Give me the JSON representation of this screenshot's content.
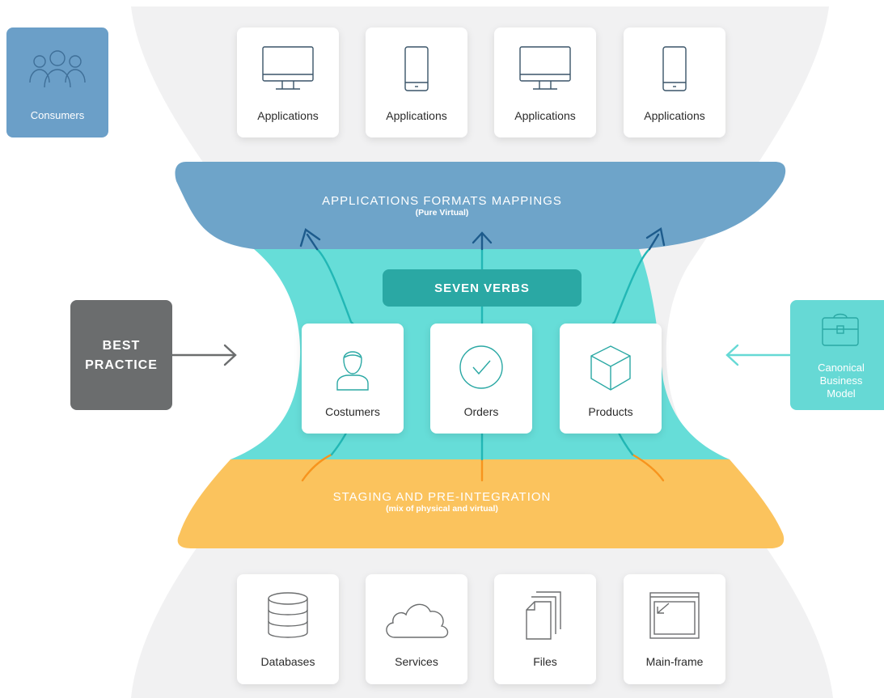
{
  "consumers": {
    "label": "Consumers",
    "icon": "users-icon"
  },
  "applications": [
    {
      "label": "Applications",
      "icon": "monitor-icon"
    },
    {
      "label": "Applications",
      "icon": "phone-icon"
    },
    {
      "label": "Applications",
      "icon": "monitor-icon"
    },
    {
      "label": "Applications",
      "icon": "phone-icon"
    }
  ],
  "top_band": {
    "title": "APPLICATIONS FORMATS MAPPINGS",
    "subtitle": "(Pure Virtual)"
  },
  "verbs": {
    "label": "SEVEN VERBS"
  },
  "entities": [
    {
      "label": "Costumers",
      "icon": "user-icon"
    },
    {
      "label": "Orders",
      "icon": "check-circle-icon"
    },
    {
      "label": "Products",
      "icon": "cube-icon"
    }
  ],
  "best_practice": {
    "line1": "BEST",
    "line2": "PRACTICE"
  },
  "canonical": {
    "line1": "Canonical",
    "line2": "Business",
    "line3": "Model",
    "icon": "briefcase-icon"
  },
  "bottom_band": {
    "title": "STAGING AND PRE-INTEGRATION",
    "subtitle": "(mix of physical and virtual)"
  },
  "sources": [
    {
      "label": "Databases",
      "icon": "database-icon"
    },
    {
      "label": "Services",
      "icon": "cloud-icon"
    },
    {
      "label": "Files",
      "icon": "files-icon"
    },
    {
      "label": "Main-frame",
      "icon": "window-icon"
    }
  ],
  "colors": {
    "top_band": "#6ea4c9",
    "middle_band": "#66ddd8",
    "bottom_band": "#fbc35d",
    "best_practice": "#6b6d6e",
    "canonical": "#66d9d5",
    "consumers": "#6b9fc8",
    "verbs": "#2aa8a4",
    "arrow_teal": "#22b7b5",
    "arrow_blue": "#1d5b8c",
    "arrow_orange": "#f7941d"
  }
}
